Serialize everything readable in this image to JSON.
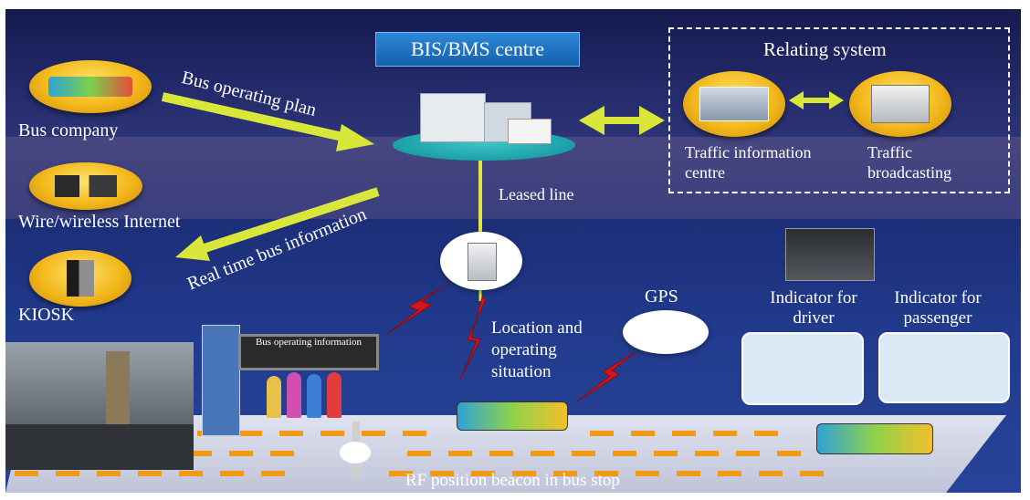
{
  "header": {
    "title": "BIS/BMS centre"
  },
  "relating": {
    "title": "Relating system",
    "traffic_info": "Traffic information centre",
    "traffic_broadcast": "Traffic broadcasting"
  },
  "left": {
    "bus_company": "Bus company",
    "internet": "Wire/wireless Internet",
    "kiosk": "KIOSK"
  },
  "arrows": {
    "bus_operating_plan": "Bus operating plan",
    "real_time": "Real time bus information"
  },
  "labels": {
    "leased_line": "Leased line",
    "gps": "GPS",
    "location": "Location and operating situation",
    "bus_operating_info": "Bus operating information",
    "indicator_driver": "Indicator for driver",
    "indicator_passenger": "Indicator for passenger",
    "rf_beacon": "RF position beacon in bus stop"
  },
  "colors": {
    "arrow": "#d9e63a",
    "lightning": "#d4151b",
    "oval": "#f3b81b",
    "header": "#1c6fc4"
  }
}
